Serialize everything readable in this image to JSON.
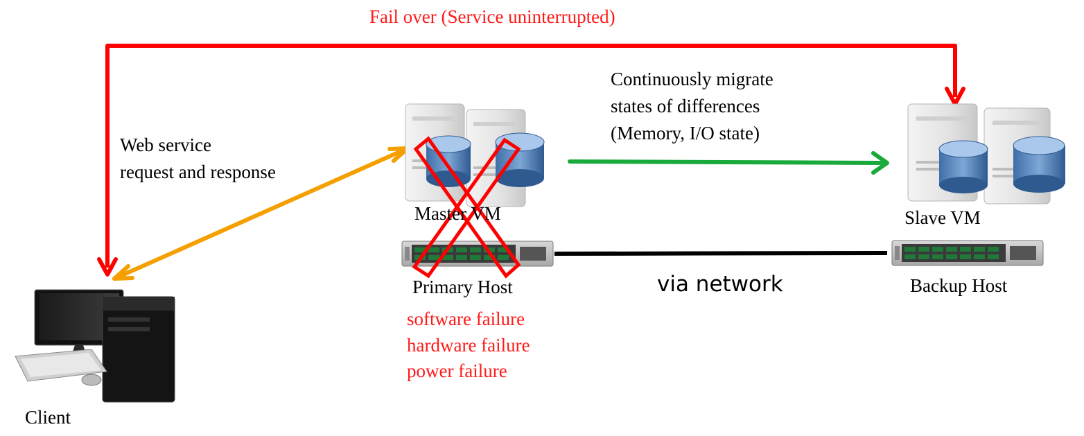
{
  "title": "Fail over (Service uninterrupted)",
  "colors": {
    "failover": "#ff0000",
    "request": "#f5a000",
    "migrate": "#1aaa3c",
    "network": "#000000",
    "failure_text": "#ff1a1a"
  },
  "nodes": {
    "master": {
      "label": "Master VM",
      "icon": "server-database-icon"
    },
    "slave": {
      "label": "Slave VM",
      "icon": "server-database-icon"
    },
    "primary_host": {
      "label": "Primary Host",
      "icon": "rack-server-icon"
    },
    "backup_host": {
      "label": "Backup Host",
      "icon": "rack-server-icon"
    },
    "client": {
      "label": "Client",
      "icon": "desktop-computer-icon"
    }
  },
  "edges": {
    "request": {
      "label_1": "Web service",
      "label_2": "request and response"
    },
    "migrate": {
      "label_1": "Continuously migrate",
      "label_2": "states of differences",
      "label_3": "(Memory, I/O state)"
    },
    "network": {
      "label": "via network"
    }
  },
  "failures": [
    "software failure",
    "hardware failure",
    "power failure"
  ]
}
